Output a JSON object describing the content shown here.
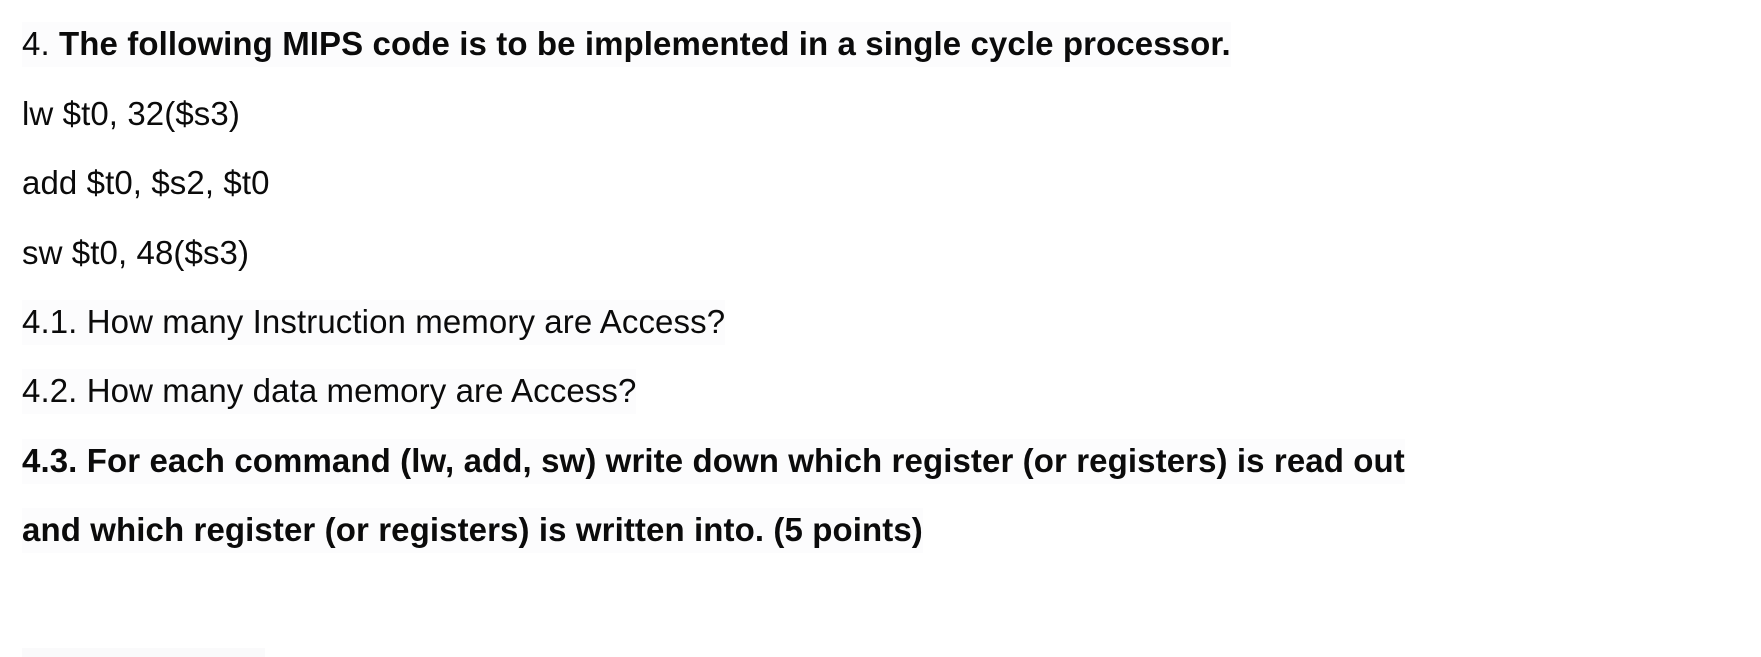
{
  "document": {
    "page_background": "#ffffff",
    "text_color": "#0b0b0b",
    "highlight_tint": "#fcfcfd",
    "lines": [
      {
        "id": "question-heading",
        "lead": "4.",
        "body": " The following MIPS code is to be implemented in a single cycle processor.",
        "weight": "strong"
      },
      {
        "id": "code-lw",
        "text": "lw $t0, 32($s3)",
        "weight": "regular"
      },
      {
        "id": "code-add",
        "text": "add $t0, $s2, $t0",
        "weight": "regular"
      },
      {
        "id": "code-sw",
        "text": "sw $t0, 48($s3)",
        "weight": "regular"
      },
      {
        "id": "subquestion-4-1",
        "text": "4.1. How many Instruction memory are Access?",
        "weight": "regular"
      },
      {
        "id": "subquestion-4-2",
        "text": "4.2. How many data memory are Access?",
        "weight": "regular"
      },
      {
        "id": "subquestion-4-3-line1",
        "text": "4.3. For each command (lw, add, sw) write down which register (or registers) is read out",
        "weight": "strong"
      },
      {
        "id": "subquestion-4-3-line2",
        "text": "and which register (or registers) is written into. (5 points)",
        "weight": "strong"
      }
    ]
  }
}
